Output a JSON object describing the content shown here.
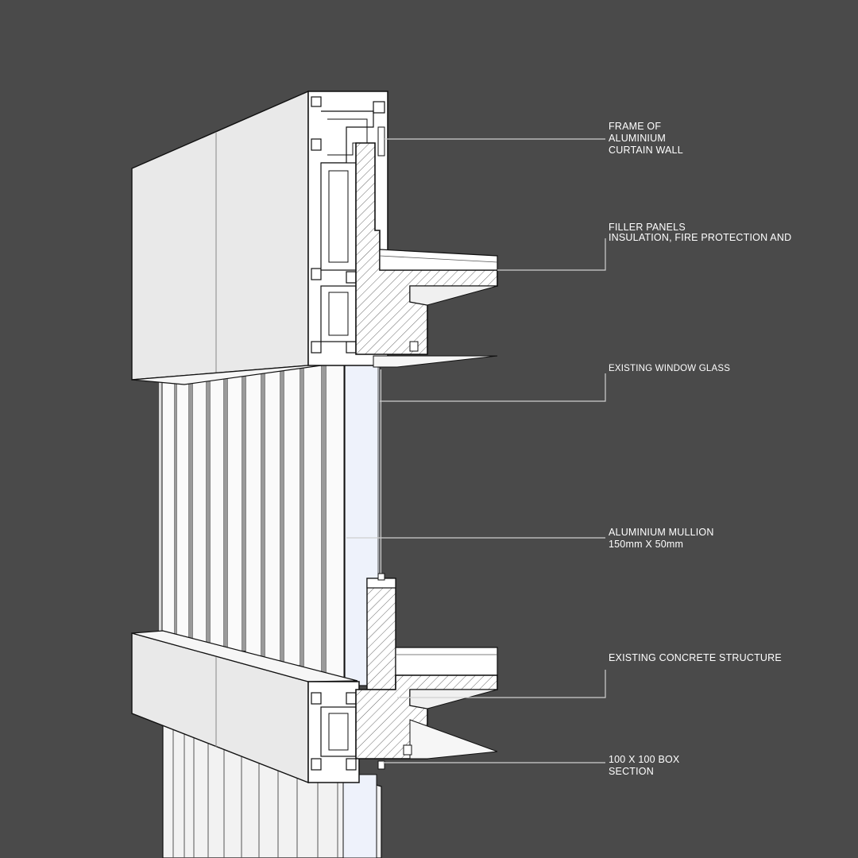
{
  "colors": {
    "background": "#4a4a4a",
    "panel_face": "#e9e9e9",
    "panel_side": "#f7f7f7",
    "glass": "#eef2fb",
    "outline": "#111111",
    "leader": "#cfcfcf",
    "text": "#ffffff"
  },
  "annotations": [
    {
      "id": "frame",
      "lines": [
        "FRAME OF",
        "ALUMINIUM",
        "CURTAIN WALL"
      ]
    },
    {
      "id": "filler",
      "lines": [
        "FILLER PANELS",
        "INSULATION, FIRE PROTECTION AND"
      ]
    },
    {
      "id": "glass",
      "lines": [
        "EXISTING WINDOW GLASS"
      ]
    },
    {
      "id": "mullion",
      "lines": [
        "ALUMINIUM MULLION",
        "150mm X 50mm"
      ]
    },
    {
      "id": "concrete",
      "lines": [
        "EXISTING CONCRETE STRUCTURE"
      ]
    },
    {
      "id": "box",
      "lines": [
        "100 X 100 BOX",
        "SECTION"
      ]
    }
  ]
}
